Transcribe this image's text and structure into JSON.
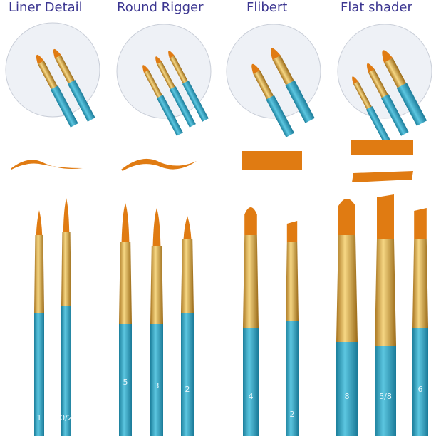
{
  "categories": [
    {
      "title": "Liner Detail",
      "brush_sizes": [
        "1",
        "0/2"
      ]
    },
    {
      "title": "Round Rigger",
      "brush_sizes": [
        "5",
        "3",
        "2"
      ]
    },
    {
      "title": "Flibert",
      "brush_sizes": [
        "4",
        "2"
      ]
    },
    {
      "title": "Flat shader",
      "brush_sizes": [
        "8",
        "5/8",
        "6"
      ]
    }
  ],
  "colors": {
    "title": "#3b3590",
    "handle": "#2aa3c4",
    "ferrule": "#d9a23a",
    "bristle": "#e07b12",
    "circle_bg": "#eef1f6"
  }
}
